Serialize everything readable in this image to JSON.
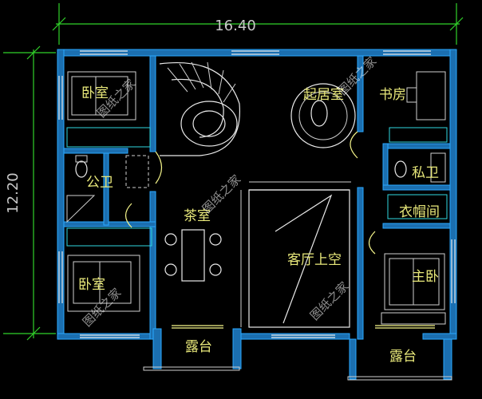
{
  "dimensions": {
    "width_label": "16.40",
    "height_label": "12.20"
  },
  "rooms": {
    "bedroom_top_left": "卧室",
    "study": "书房",
    "living_room": "起居室",
    "public_bath": "公卫",
    "private_bath": "私卫",
    "tea_room": "茶室",
    "closet": "衣帽间",
    "hall_void": "客厅上空",
    "bedroom_bottom_left": "卧室",
    "master_bedroom": "主卧",
    "balcony_left": "露台",
    "balcony_right": "露台"
  },
  "watermark": {
    "text": "图纸之家"
  },
  "colors": {
    "background": "#000000",
    "wall_fill": "#1b6fb0",
    "wall_outline": "#2aa9ff",
    "label": "#e8e87a",
    "dimension": "#c8c8c8",
    "dimension_line": "#31d22a",
    "cyan_line": "#2fd7e0"
  }
}
